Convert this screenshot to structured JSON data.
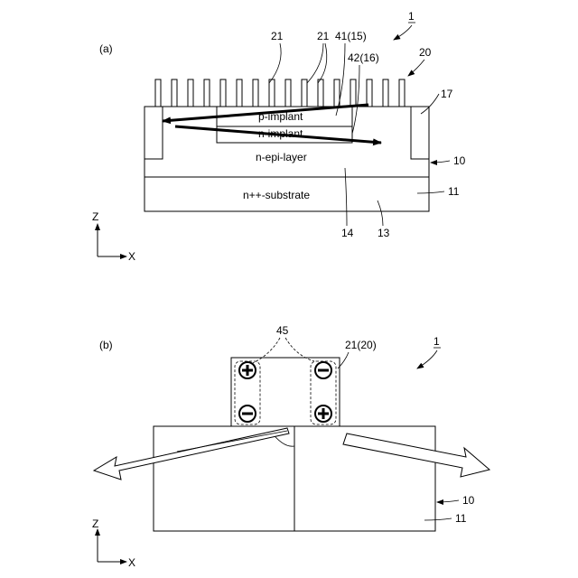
{
  "figure_a": {
    "panel_label": "(a)",
    "ref_device": "1",
    "ref_21a": "21",
    "ref_21b": "21",
    "ref_41": "41(15)",
    "ref_42": "42(16)",
    "ref_20": "20",
    "ref_17": "17",
    "ref_10": "10",
    "ref_11": "11",
    "ref_14": "14",
    "ref_13": "13",
    "p_implant": "p-implant",
    "n_implant": "n-implant",
    "epi_layer": "n-epi-layer",
    "substrate": "n++-substrate",
    "axis_z": "Z",
    "axis_x": "X"
  },
  "figure_b": {
    "panel_label": "(b)",
    "ref_device": "1",
    "ref_45": "45",
    "ref_21": "21(20)",
    "ref_10": "10",
    "ref_11": "11",
    "axis_z": "Z",
    "axis_x": "X"
  }
}
